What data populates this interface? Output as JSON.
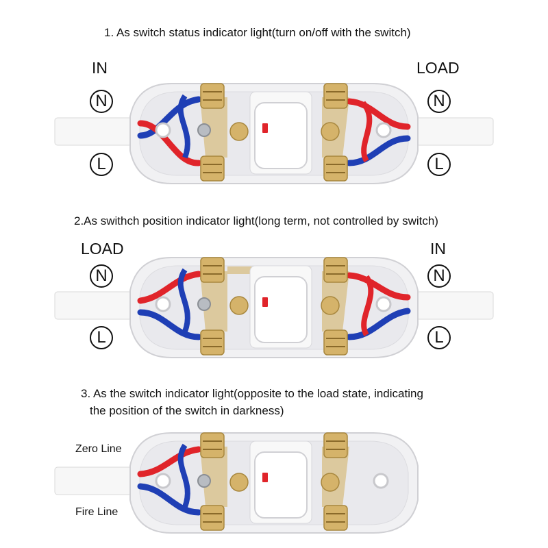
{
  "sections": [
    {
      "caption": "1. As switch status indicator light(turn on/off with the switch)",
      "left_label": "IN",
      "right_label": "LOAD",
      "n_symbol": "N",
      "l_symbol": "L"
    },
    {
      "caption": "2.As swithch position indicator light(long term, not controlled by switch)",
      "left_label": "LOAD",
      "right_label": "IN",
      "n_symbol": "N",
      "l_symbol": "L"
    },
    {
      "caption_line1": "3. As the switch indicator light(opposite to the load state, indicating",
      "caption_line2": "the position of the switch in darkness)",
      "zero_line": "Zero  Line",
      "fire_line": "Fire  Line"
    }
  ],
  "colors": {
    "wire_blue": "#1f3fb5",
    "wire_red": "#e0242a",
    "brass": "#c9a663",
    "housing": "#f1f1f3",
    "cable": "#f7f7f7"
  }
}
